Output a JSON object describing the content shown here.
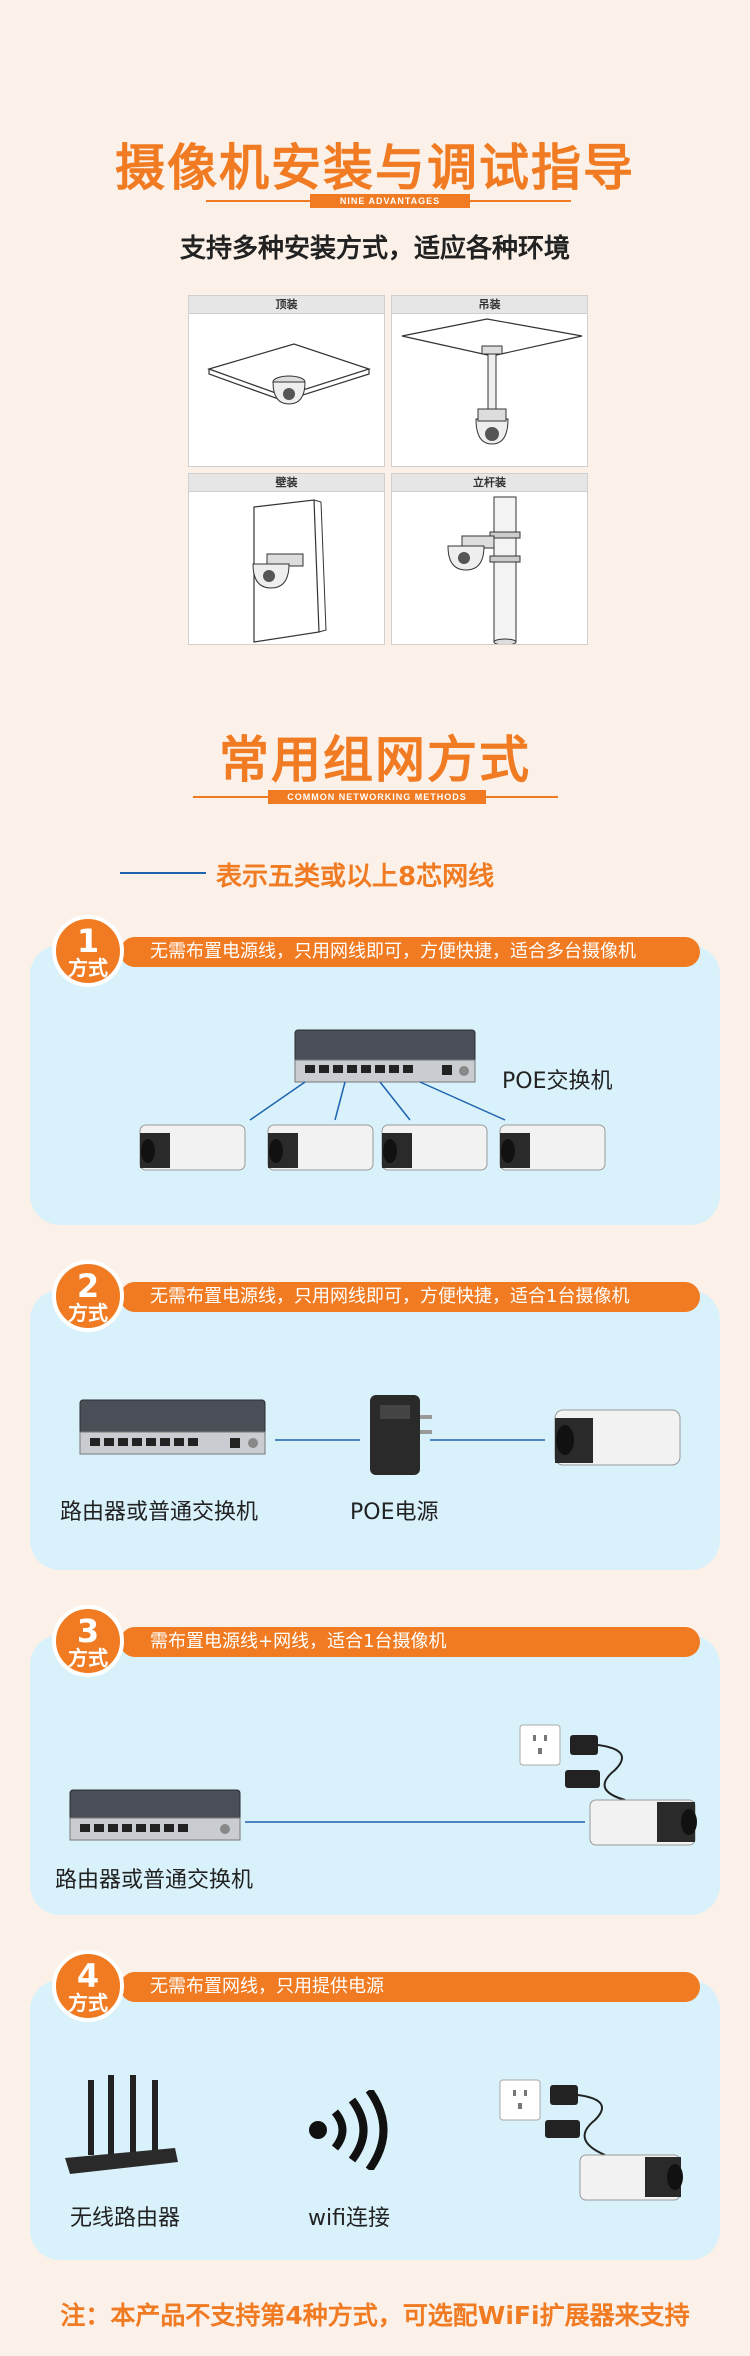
{
  "install": {
    "title": "摄像机安装与调试指导",
    "tag": "NINE ADVANTAGES",
    "subtitle": "支持多种安装方式，适应各种环境",
    "cells": [
      "顶装",
      "吊装",
      "壁装",
      "立杆装"
    ]
  },
  "network": {
    "title": "常用组网方式",
    "tag": "COMMON NETWORKING METHODS",
    "cable_note": "表示五类或以上8芯网线"
  },
  "methods": [
    {
      "number": "1",
      "label": "方式",
      "desc": "无需布置电源线，只用网线即可，方便快捷，适合多台摄像机",
      "captions": [
        "POE交换机"
      ]
    },
    {
      "number": "2",
      "label": "方式",
      "desc": "无需布置电源线，只用网线即可，方便快捷，适合1台摄像机",
      "captions": [
        "路由器或普通交换机",
        "POE电源"
      ]
    },
    {
      "number": "3",
      "label": "方式",
      "desc": "需布置电源线+网线，适合1台摄像机",
      "captions": [
        "路由器或普通交换机"
      ]
    },
    {
      "number": "4",
      "label": "方式",
      "desc": "无需布置网线，只用提供电源",
      "captions": [
        "无线路由器",
        "wifi连接"
      ]
    }
  ],
  "footer_note": "注：本产品不支持第4种方式，可选配WiFi扩展器来支持",
  "colors": {
    "accent": "#f07b22",
    "panel": "#d8f1fa",
    "background": "#fbf1e8",
    "line_blue": "#1e63b0"
  }
}
